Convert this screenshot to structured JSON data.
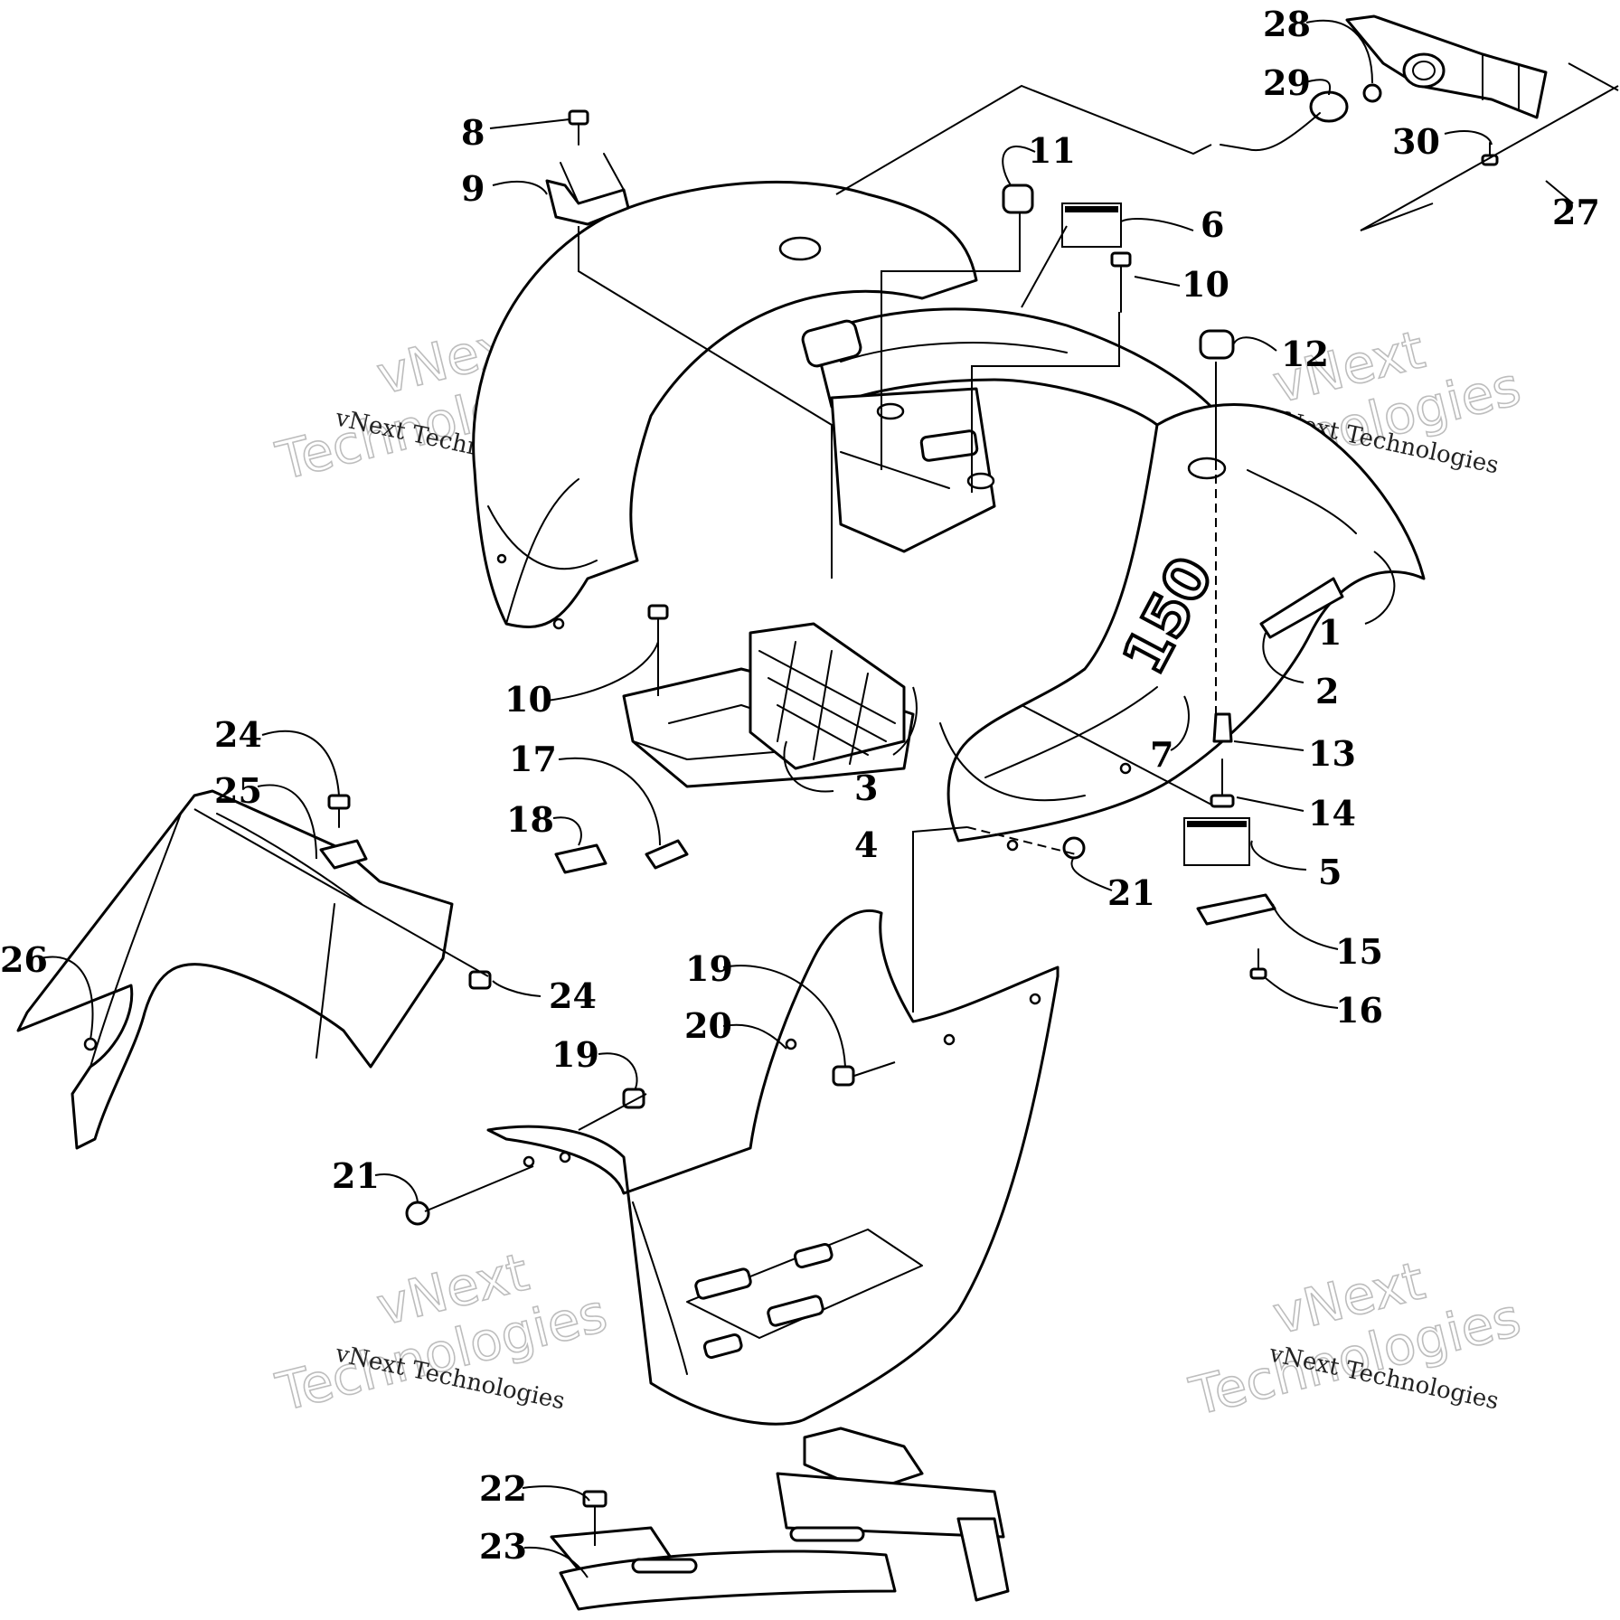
{
  "diagram": {
    "decal_text": "150",
    "callouts": [
      {
        "id": "c1",
        "label": "1"
      },
      {
        "id": "c2",
        "label": "2"
      },
      {
        "id": "c3",
        "label": "3"
      },
      {
        "id": "c4",
        "label": "4"
      },
      {
        "id": "c5",
        "label": "5"
      },
      {
        "id": "c6",
        "label": "6"
      },
      {
        "id": "c7",
        "label": "7"
      },
      {
        "id": "c8",
        "label": "8"
      },
      {
        "id": "c9",
        "label": "9"
      },
      {
        "id": "c10a",
        "label": "10"
      },
      {
        "id": "c10b",
        "label": "10"
      },
      {
        "id": "c11",
        "label": "11"
      },
      {
        "id": "c12",
        "label": "12"
      },
      {
        "id": "c13",
        "label": "13"
      },
      {
        "id": "c14",
        "label": "14"
      },
      {
        "id": "c15",
        "label": "15"
      },
      {
        "id": "c16",
        "label": "16"
      },
      {
        "id": "c17",
        "label": "17"
      },
      {
        "id": "c18",
        "label": "18"
      },
      {
        "id": "c19a",
        "label": "19"
      },
      {
        "id": "c19b",
        "label": "19"
      },
      {
        "id": "c20",
        "label": "20"
      },
      {
        "id": "c21a",
        "label": "21"
      },
      {
        "id": "c21b",
        "label": "21"
      },
      {
        "id": "c22",
        "label": "22"
      },
      {
        "id": "c23",
        "label": "23"
      },
      {
        "id": "c24a",
        "label": "24"
      },
      {
        "id": "c24b",
        "label": "24"
      },
      {
        "id": "c25",
        "label": "25"
      },
      {
        "id": "c26",
        "label": "26"
      },
      {
        "id": "c27",
        "label": "27"
      },
      {
        "id": "c28",
        "label": "28"
      },
      {
        "id": "c29",
        "label": "29"
      },
      {
        "id": "c30",
        "label": "30"
      }
    ],
    "watermark": {
      "line1": "vNext Technologies",
      "big_line1": "vNext",
      "big_line2": "Technologies"
    }
  }
}
